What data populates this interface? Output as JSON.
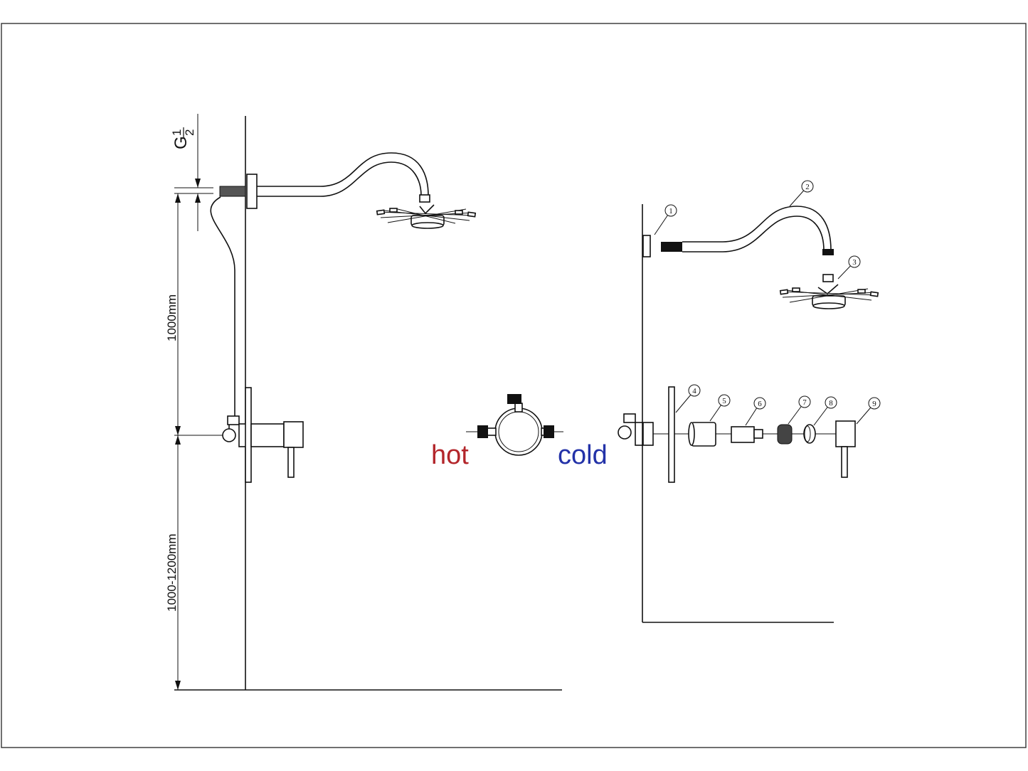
{
  "dimensions": {
    "thread": {
      "letter": "G",
      "numerator": "1",
      "denominator": "2"
    },
    "upper_height": "1000mm",
    "lower_height": "1000-1200mm"
  },
  "inlet_labels": {
    "hot": "hot",
    "cold": "cold"
  },
  "colors": {
    "hot": "#b3262b",
    "cold": "#2332a8",
    "line": "#111111"
  },
  "callouts": [
    "1",
    "2",
    "3",
    "4",
    "5",
    "6",
    "7",
    "8",
    "9"
  ]
}
